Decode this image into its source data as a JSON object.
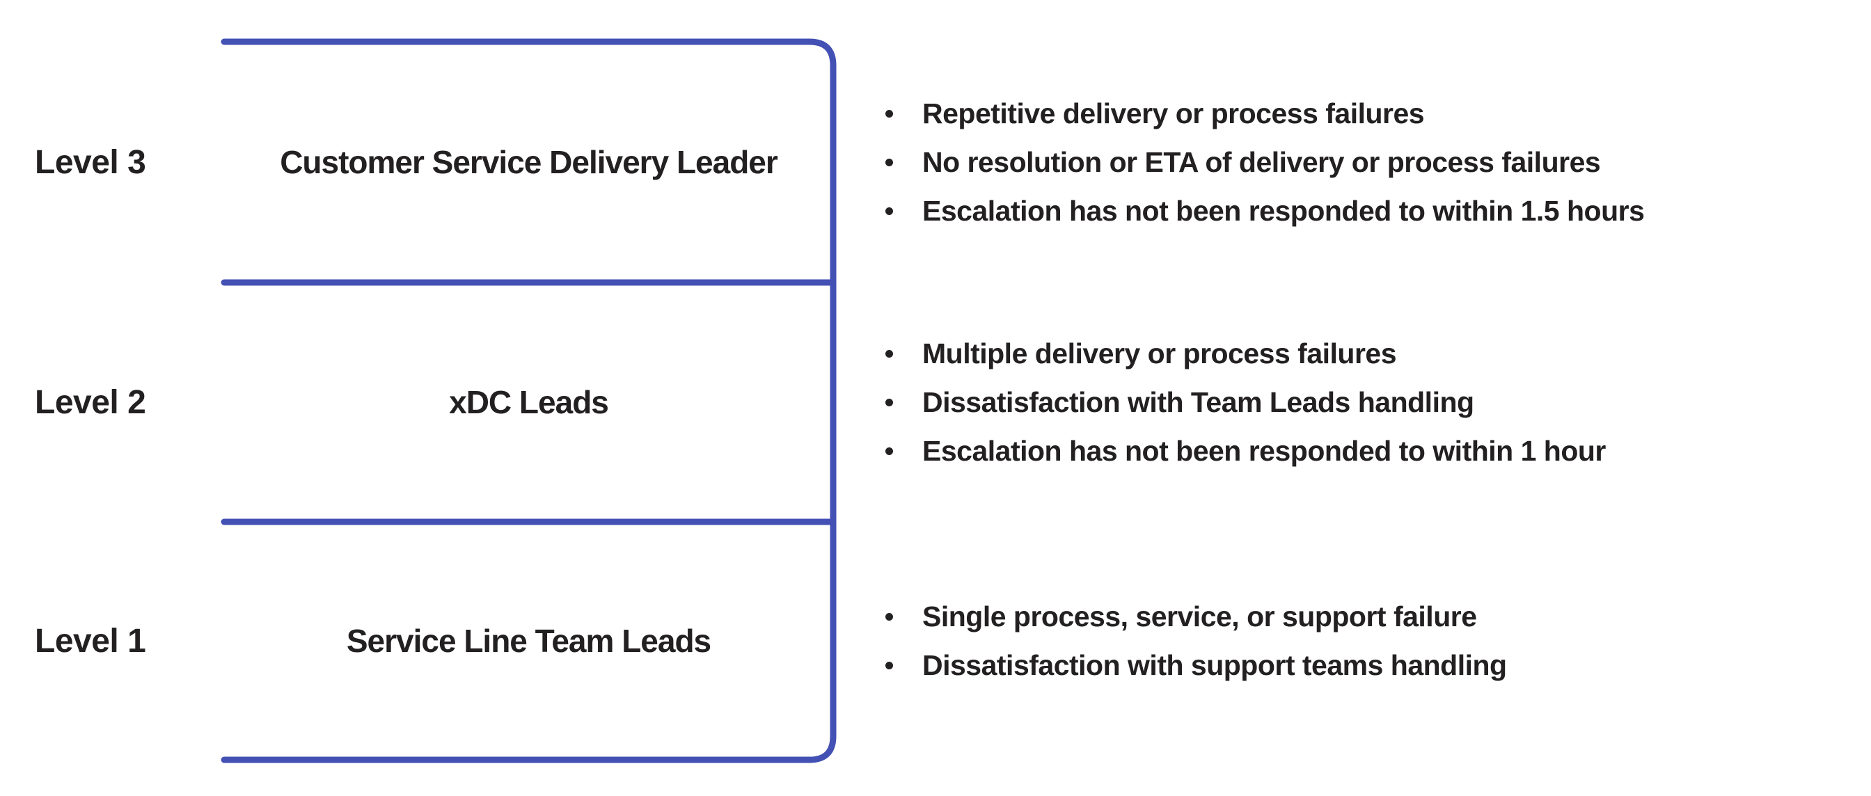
{
  "colors": {
    "accent": "#4350B4",
    "text": "#232021"
  },
  "bullet_glyph": "•",
  "levels": [
    {
      "label": "Level 3",
      "role": "Customer Service Delivery Leader",
      "criteria": [
        "Repetitive delivery or process failures",
        "No resolution or ETA of delivery or process failures",
        "Escalation has not been responded to within 1.5 hours"
      ]
    },
    {
      "label": "Level 2",
      "role": "xDC Leads",
      "criteria": [
        "Multiple delivery or process failures",
        "Dissatisfaction with Team Leads handling",
        "Escalation has not been responded to within 1 hour"
      ]
    },
    {
      "label": "Level 1",
      "role": "Service Line Team Leads",
      "criteria": [
        "Single process, service, or support failure",
        "Dissatisfaction with support teams handling"
      ]
    }
  ]
}
